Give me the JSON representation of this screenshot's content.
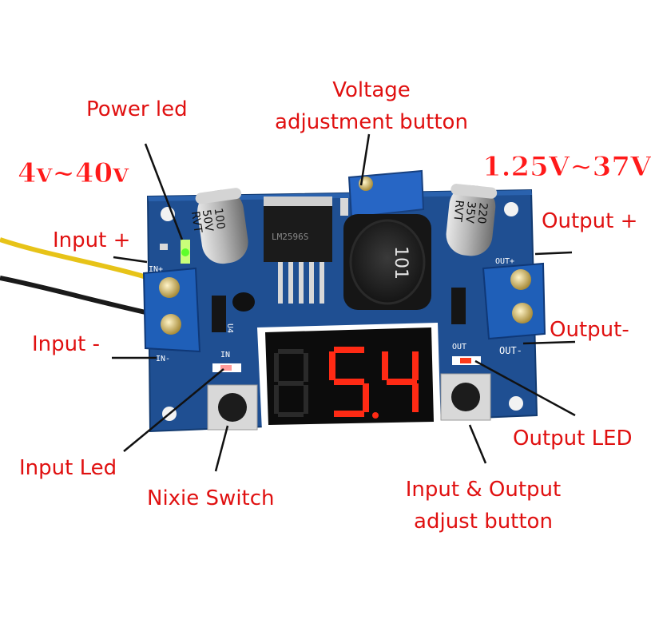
{
  "labels": {
    "power_led": "Power led",
    "voltage_adjust_line1": "Voltage",
    "voltage_adjust_line2": "adjustment button",
    "input_range": "4v~40v",
    "output_range": "1.25V∼37V",
    "input_plus": "Input +",
    "input_minus": "Input -",
    "output_plus": "Output +",
    "output_minus": "Output-",
    "output_led": "Output LED",
    "input_led": "Input Led",
    "nixie_switch": "Nixie Switch",
    "io_adjust_line1": "Input & Output",
    "io_adjust_line2": "adjust button"
  },
  "board": {
    "silkscreen": {
      "in_plus": "IN+",
      "in_minus": "IN-",
      "out_plus": "OUT+",
      "out_minus": "OUT-",
      "in": "IN",
      "out": "OUT",
      "u4": "U4"
    },
    "cap_left": {
      "value": "100",
      "voltage": "50V",
      "brand": "RVT"
    },
    "cap_right": {
      "value": "220",
      "voltage": "35V",
      "brand": "RVT"
    },
    "inductor": "101",
    "regulator": "LM2596S",
    "display": {
      "digit1": "5",
      "digit2": "4",
      "leading": "8"
    }
  },
  "colors": {
    "pcb": "#1f4f92",
    "terminal": "#1f5fb8",
    "label_red": "#e01010",
    "segment_on": "#ff2a14"
  }
}
